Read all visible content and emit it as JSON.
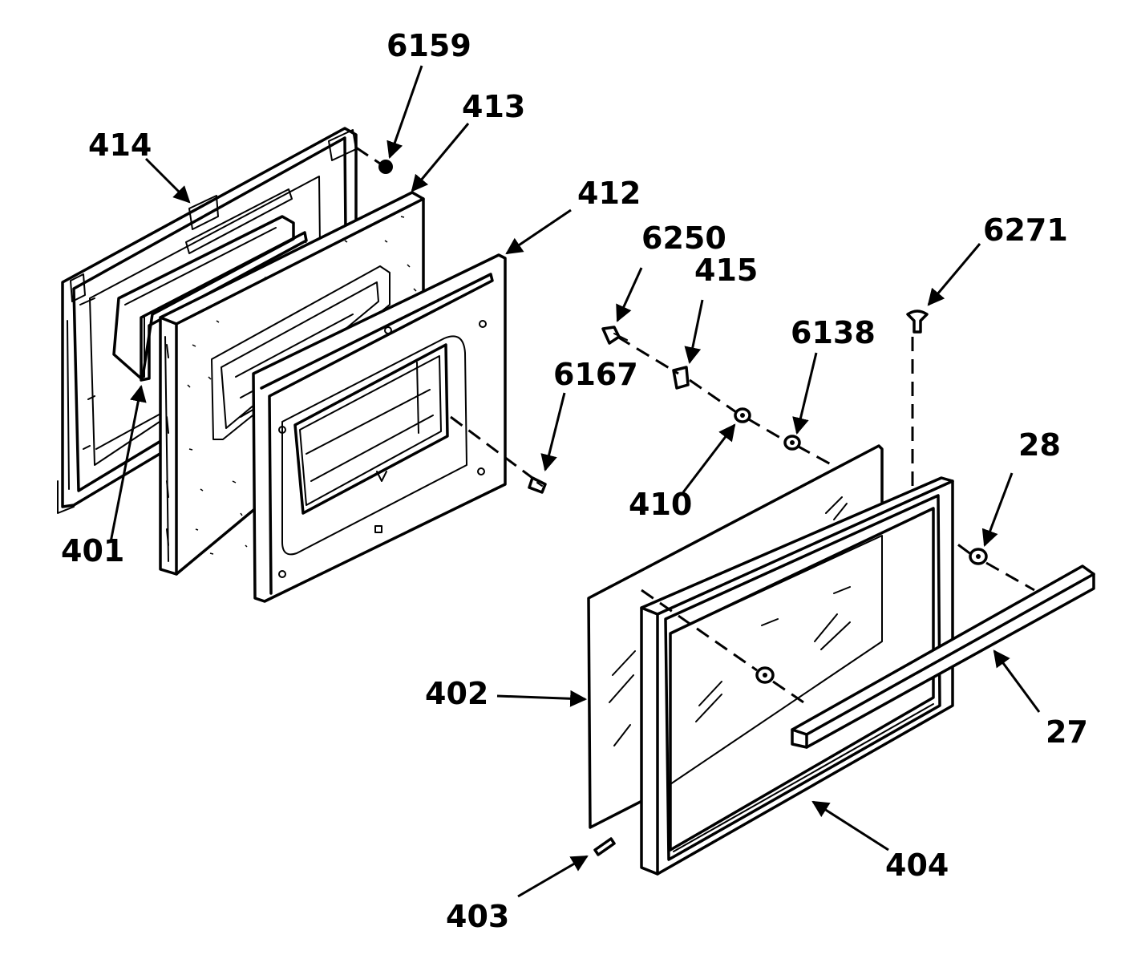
{
  "callouts": {
    "c6159": "6159",
    "c413": "413",
    "c414": "414",
    "c412": "412",
    "c6250": "6250",
    "c415": "415",
    "c6271": "6271",
    "c6138": "6138",
    "c6167": "6167",
    "c28": "28",
    "c410": "410",
    "c401": "401",
    "c402": "402",
    "c27": "27",
    "c404": "404",
    "c403": "403"
  }
}
